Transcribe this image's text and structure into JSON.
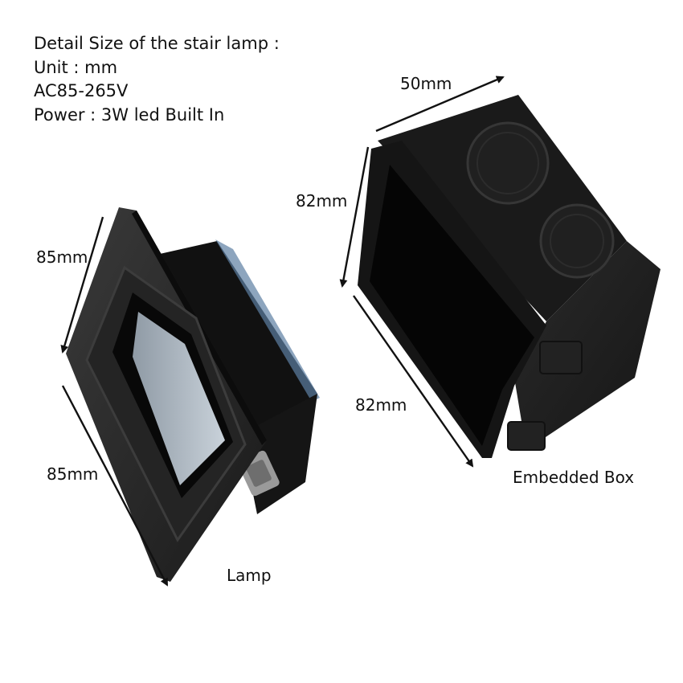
{
  "specs": {
    "title": "Detail Size of the stair lamp :",
    "unit": "Unit : mm",
    "voltage": "AC85-265V",
    "power": "Power : 3W led Built In"
  },
  "lamp": {
    "caption": "Lamp",
    "width_label": "85mm",
    "height_label": "85mm"
  },
  "box": {
    "caption": "Embedded Box",
    "depth_label": "50mm",
    "width_label": "82mm",
    "height_label": "82mm"
  },
  "colors": {
    "background": "#ffffff",
    "text": "#111111",
    "product_black": "#1c1c1c",
    "led_diffuser": "#b9c3cc"
  }
}
